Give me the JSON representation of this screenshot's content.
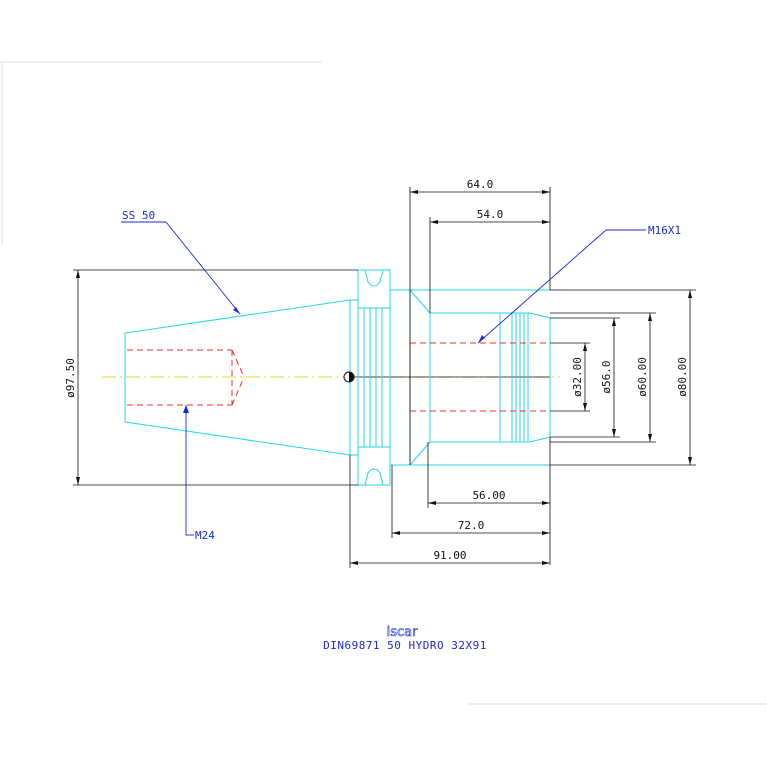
{
  "drawing": {
    "dimensions": {
      "d64": "64.0",
      "d54": "54.0",
      "d56": "56.00",
      "d72": "72.0",
      "d91": "91.00",
      "dia97": "ø97.50",
      "dia32": "ø32.00",
      "dia56": "ø56.0",
      "dia60": "ø60.00",
      "dia80": "ø80.00"
    },
    "labels": {
      "taper": "SS 50",
      "thread_right": "M16X1",
      "thread_left": "M24"
    },
    "logo_text": "iscar",
    "title": "DIN69871 50 HYDRO 32X91",
    "colors": {
      "outline": "#24d6e8",
      "dimension": "#111111",
      "hidden": "#e8302a",
      "centerline": "#e9d628",
      "leader": "#1a2bd6"
    }
  }
}
